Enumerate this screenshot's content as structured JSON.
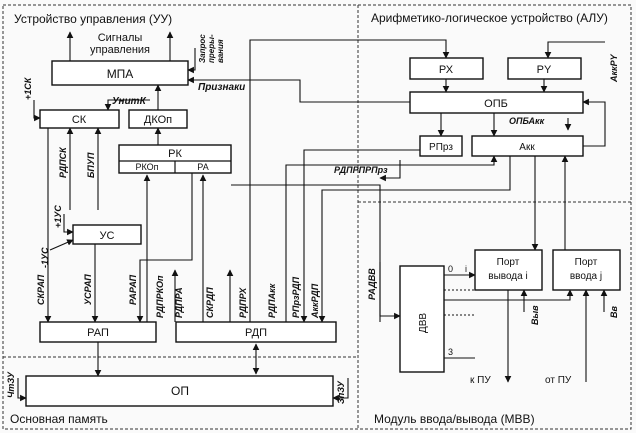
{
  "regions": {
    "control_unit": "Устройство управления (УУ)",
    "alu": "Арифметико-логическое устройство (АЛУ)",
    "main_memory": "Основная  память",
    "io_module": "Модуль ввода/вывода (МВВ)"
  },
  "blocks": {
    "mpa": "МПА",
    "sk": "СК",
    "dkop": "ДКОп",
    "rk": "РК",
    "rk_op": "РКОп",
    "rk_ra": "РА",
    "us": "УС",
    "rap": "РАП",
    "rdp": "РДП",
    "op": "ОП",
    "rx": "РХ",
    "ry": "РY",
    "opb": "ОПБ",
    "rprz": "РПрз",
    "akk": "Акк",
    "dvv": "ДВВ",
    "port_out_line1": "Порт",
    "port_out_line2": "вывода i",
    "port_in_line1": "Порт",
    "port_in_line2": "ввода j"
  },
  "signals": {
    "control_signals_line1": "Сигналы",
    "control_signals_line2": "управления",
    "interrupt_request_line1": "Запрос",
    "interrupt_request_line2": "преры-",
    "interrupt_request_line3": "вания",
    "priznaki": "Признаки",
    "unitk": "УнитК",
    "plus1sk": "+1СК",
    "rdpsk": "РДПСК",
    "bpup": "БПУП",
    "minus1us": "-1УС",
    "plus1us": "+1УС",
    "skrap": "СКРАП",
    "usrap": "УСРАП",
    "rarap": "РАРАП",
    "rdprkop": "РДПРКОп",
    "rdpra": "РДПРА",
    "skrdp": "СКРДП",
    "rdprx": "РДПРХ",
    "rdpakk": "РДПАкк",
    "rprzrdp": "РПрзРДП",
    "akkrdp": "АккРДП",
    "rdprprprz": "РДПРПРПрз",
    "opbakk": "ОПБАкк",
    "akkry": "АккРY",
    "radvv": "РАДВВ",
    "vyv": "Выв",
    "vv": "Вв",
    "to_pu": "к ПУ",
    "from_pu": "от ПУ",
    "chtzu": "ЧтЗУ",
    "zpzu": "ЗпЗУ",
    "dvv_port_0": "0",
    "dvv_port_3": "3",
    "port_out_i": "i"
  }
}
